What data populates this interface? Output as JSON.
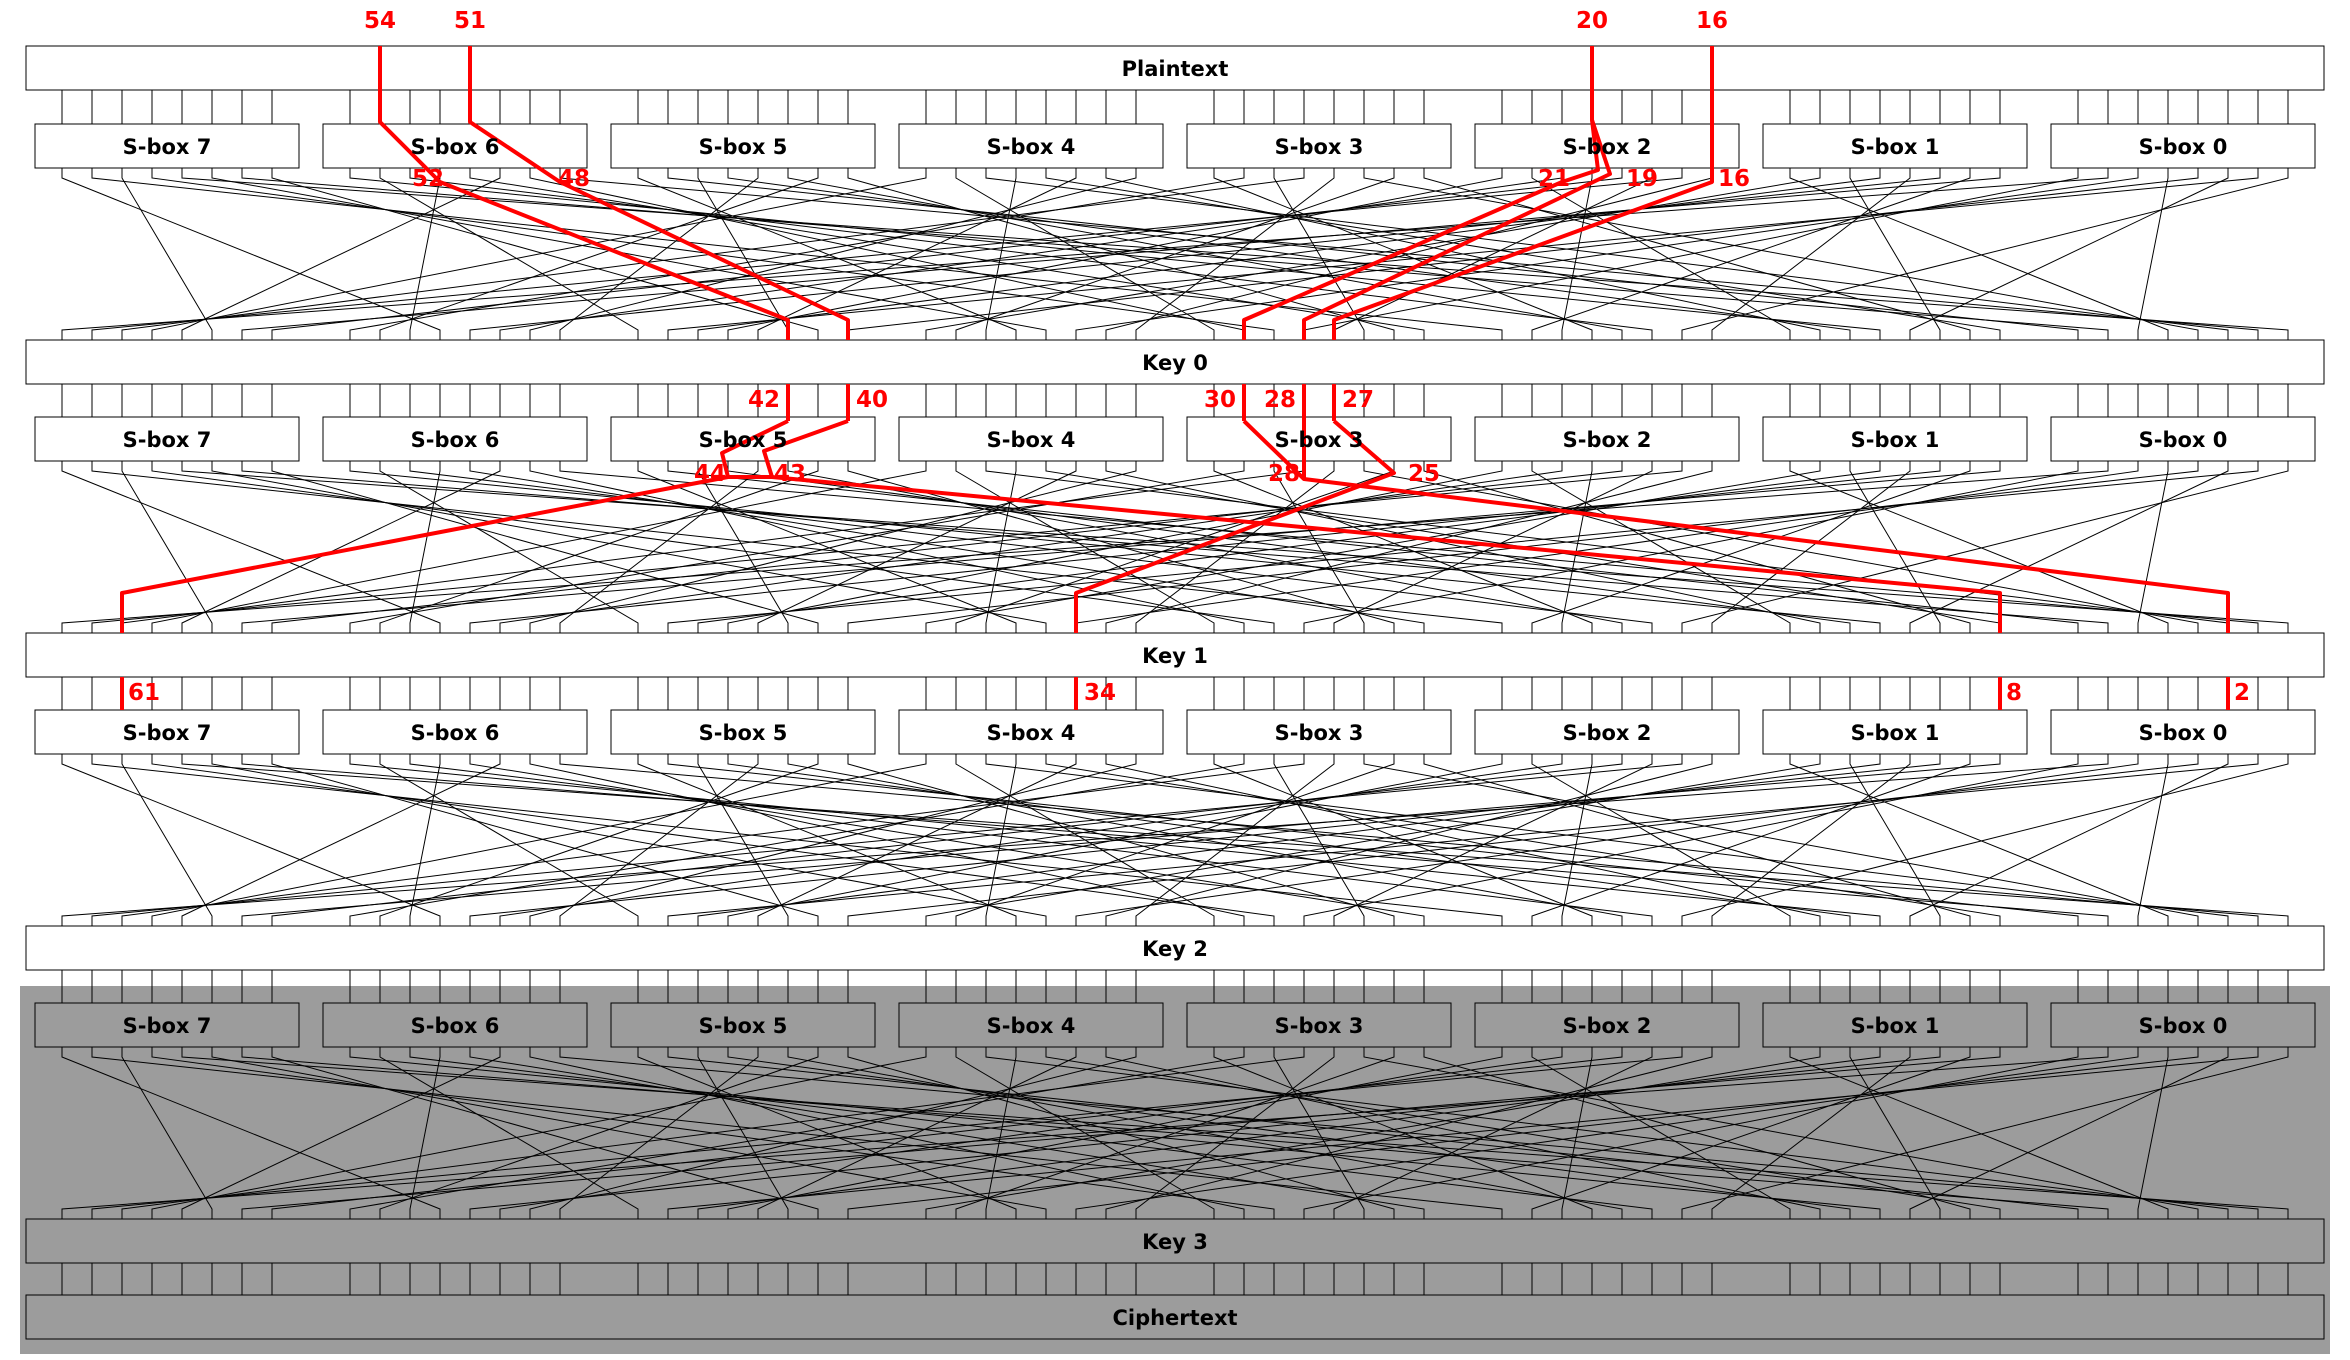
{
  "diagram": {
    "plaintext_label": "Plaintext",
    "ciphertext_label": "Ciphertext",
    "key_labels": [
      "Key 0",
      "Key 1",
      "Key 2",
      "Key 3"
    ],
    "sbox_labels": [
      "S-box 7",
      "S-box 6",
      "S-box 5",
      "S-box 4",
      "S-box 3",
      "S-box 2",
      "S-box 1",
      "S-box 0"
    ],
    "num_rounds": 4,
    "bits_per_sbox": 8,
    "shaded_final_round": true,
    "colors": {
      "background": "#ffffff",
      "line": "#000000",
      "box_fill": "#ffffff",
      "shade_fill": "#9c9c9c",
      "highlight": "#ff0000"
    },
    "highlight_labels": {
      "input_bits": [
        "54",
        "51",
        "20",
        "16"
      ],
      "round0_sbox_out": [
        "52",
        "48",
        "21",
        "19",
        "16"
      ],
      "round1_sbox_in": [
        "42",
        "40",
        "30",
        "28",
        "27"
      ],
      "round1_sbox_out": [
        "44",
        "43",
        "28",
        "25"
      ],
      "round2_sbox_in": [
        "61",
        "34",
        "8",
        "2"
      ]
    }
  }
}
